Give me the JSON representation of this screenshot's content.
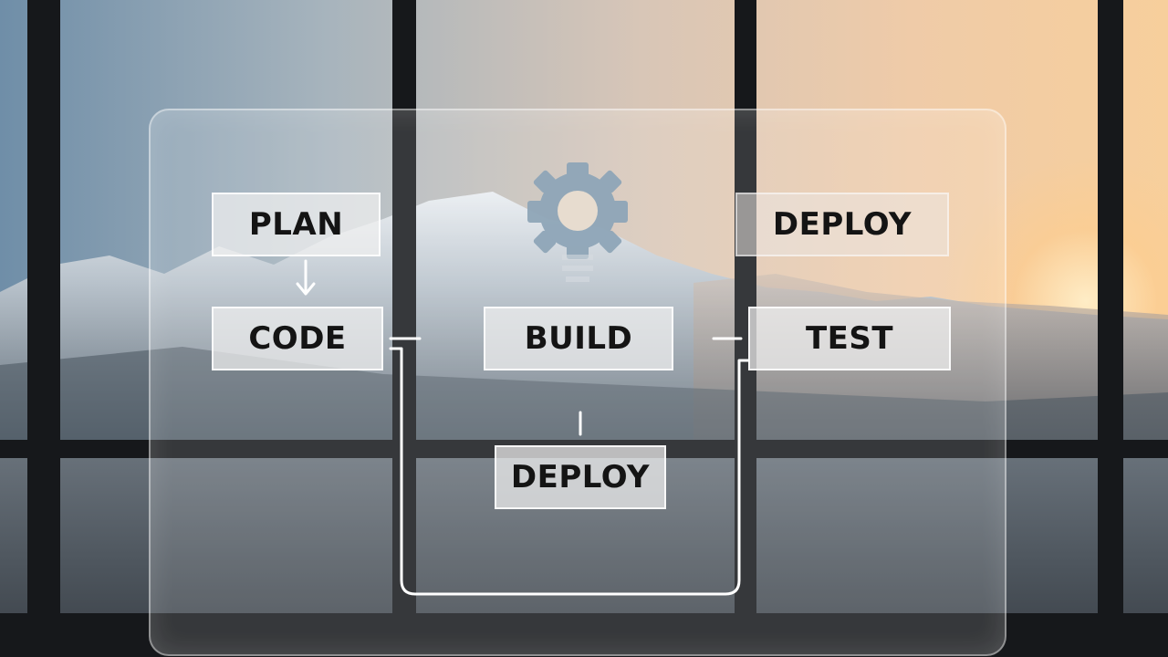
{
  "diagram": {
    "steps": {
      "plan": "PLAN",
      "code": "CODE",
      "build": "BUILD",
      "test": "TEST",
      "deploy_top": "DEPLOY",
      "deploy_bottom": "DEPLOY"
    },
    "icon": "gear-icon",
    "colors": {
      "node_fill": "#f0f0f0",
      "node_text": "#141414",
      "connector": "#ffffff"
    }
  }
}
